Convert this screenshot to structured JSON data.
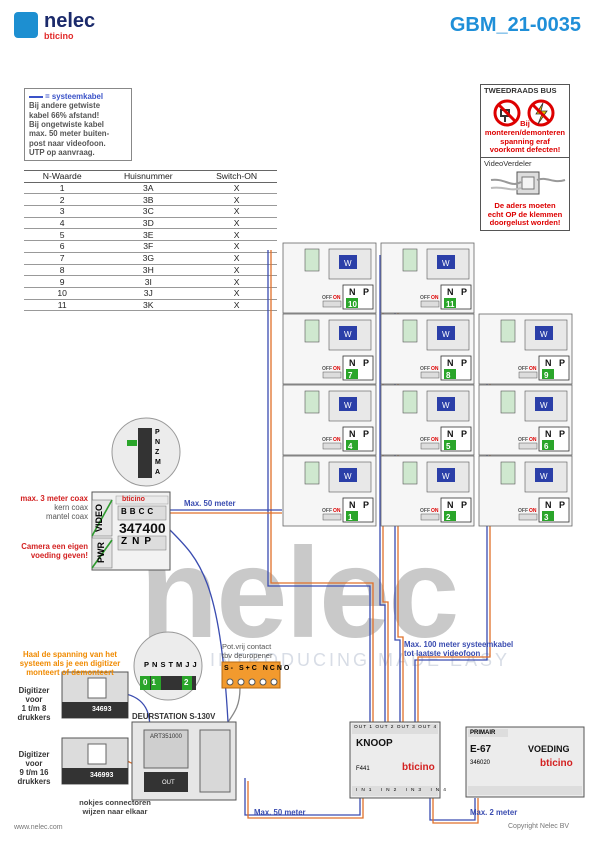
{
  "header": {
    "brand": "nelec",
    "brand_sub": "bticino",
    "doc_code": "GBM_21-0035"
  },
  "legend_note": {
    "line1": "= systeemkabel",
    "lines": [
      "Bij andere getwiste",
      "kabel 66% afstand!",
      "Bij ongetwiste kabel",
      "max. 50 meter buiten-",
      "post naar videofoon.",
      "UTP op aanvraag."
    ]
  },
  "warning_box": {
    "title": "TWEEDRAADS BUS",
    "lines": [
      "Bij monteren/demonteren",
      "spanning eraf",
      "voorkomt defecten!"
    ]
  },
  "videoverdeler_box": {
    "title": "VideoVerdeler",
    "lines": [
      "De aders moeten",
      "echt OP de klemmen",
      "doorgelust worden!"
    ]
  },
  "table": {
    "headers": [
      "N-Waarde",
      "Huisnummer",
      "Switch-ON"
    ],
    "rows": [
      [
        "1",
        "3A",
        "X"
      ],
      [
        "2",
        "3B",
        "X"
      ],
      [
        "3",
        "3C",
        "X"
      ],
      [
        "4",
        "3D",
        "X"
      ],
      [
        "5",
        "3E",
        "X"
      ],
      [
        "6",
        "3F",
        "X"
      ],
      [
        "7",
        "3G",
        "X"
      ],
      [
        "8",
        "3H",
        "X"
      ],
      [
        "9",
        "3I",
        "X"
      ],
      [
        "10",
        "3J",
        "X"
      ],
      [
        "11",
        "3K",
        "X"
      ]
    ]
  },
  "video_cells": {
    "top_row_n": [
      "10",
      "11"
    ],
    "grid_n": [
      [
        "7",
        "8",
        "9"
      ],
      [
        "4",
        "5",
        "6"
      ],
      [
        "1",
        "2",
        "3"
      ]
    ],
    "n_label": "N",
    "p_label": "P",
    "off_label": "OFF",
    "on_label": "ON",
    "w_label": "W"
  },
  "module_347400": {
    "code": "347400",
    "brand": "bticino",
    "video_label": "VIDEO",
    "pwr_label": "PWR",
    "term_top": [
      "B",
      "B",
      "C",
      "C"
    ],
    "term_bottom": [
      "Z",
      "N",
      "P"
    ],
    "zoom_terms": [
      "P",
      "N",
      "Z",
      "M",
      "A"
    ],
    "note_coax": [
      "max. 3 meter coax",
      "kern coax",
      "mantel coax"
    ],
    "note_camera": [
      "Camera een eigen",
      "voeding geven!"
    ]
  },
  "cables": {
    "max50_top": "Max. 50 meter",
    "max100_line1": "Max. 100 meter systeemkabel",
    "max100_line2": "tot laatste videofoon",
    "max50_bottom": "Max. 50 meter",
    "max2": "Max. 2 meter"
  },
  "digitizer_note": [
    "Haal de spanning van het",
    "systeem als je een digitizer",
    "monteert of demonteert"
  ],
  "digitizer_top": {
    "label": [
      "Digitizer",
      "voor",
      "1 t/m 8",
      "drukkers"
    ],
    "code": "34693"
  },
  "digitizer_bottom": {
    "label": [
      "Digitizer",
      "voor",
      "9 t/m 16",
      "drukkers"
    ],
    "code": "346993"
  },
  "zoom_digitizer": {
    "terms": [
      "P",
      "N",
      "S",
      "TM",
      "J",
      "J"
    ],
    "nums": [
      "0",
      "1",
      "2"
    ]
  },
  "deurstation": {
    "title": "DEURSTATION S-130V",
    "code": "ART351000",
    "out_label": "OUT"
  },
  "potvrij": {
    "lines": [
      "Pot.vrij contact",
      "tbv deuropener"
    ],
    "terms": [
      "S-",
      "S+",
      "C",
      "NC",
      "NO"
    ]
  },
  "knoop": {
    "title": "KNOOP",
    "code": "F441",
    "brand": "bticino",
    "terms": [
      "OUT 1",
      "OUT 2",
      "OUT 3",
      "OUT 4"
    ],
    "in_terms": [
      "IN1",
      "IN2",
      "IN3",
      "IN4"
    ]
  },
  "voeding": {
    "title": "VOEDING",
    "model": "E-67",
    "code": "346020",
    "primair": "PRIMAIR",
    "brand": "bticino"
  },
  "connector_note": [
    "nokjes connectoren",
    "wijzen naar elkaar"
  ],
  "footer": {
    "left": "www.nelec.com",
    "right": "Copyright Nelec BV"
  },
  "watermark": {
    "text": "nelec",
    "tag": "INTRODUCING MADE EASY"
  }
}
